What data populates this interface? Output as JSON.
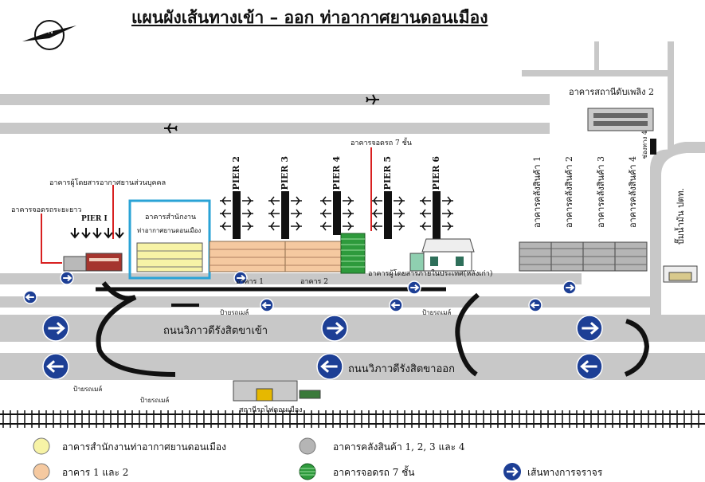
{
  "title": "แผนผังเส้นทางเข้า – ออก ท่าอากาศยานดอนเมือง",
  "compass": {
    "letter": "N"
  },
  "labels": {
    "fire_station": "อาคารสถานีดับเพลิง 2",
    "parking_7": "อาคารจอดรถ 7 ชั้น",
    "private_terminal": "อาคารผู้โดยสารอากาศยานส่วนบุคคล",
    "long_term_parking": "อาคารจอดรถระยะยาว",
    "pier1": "PIER I",
    "office_line1": "อาคารสำนักงาน",
    "office_line2": "ท่าอากาศยานดอนเมือง",
    "building1": "อาคาร 1",
    "building2": "อาคาร 2",
    "domestic_terminal": "อาคารผู้โดยสารภายในประเทศ(หลังเก่า)",
    "mailbox_1": "ป้ายรถเมล์",
    "mailbox_2": "ป้ายรถเมล์",
    "mailbox_3": "ป้ายรถเมล์",
    "mailbox_4": "ป้ายรถเมล์",
    "road_in": "ถนนวิภาวดีรังสิตขาเข้า",
    "road_out": "ถนนวิภาวดีรังสิตขาออก",
    "railway_station": "สถานีรถไฟดอนเมือง",
    "gate4": "ช่องทาง 4",
    "gas_station": "ปั๊มน้ำมัน ปตท."
  },
  "piers": [
    "PIER 2",
    "PIER 3",
    "PIER 4",
    "PIER 5",
    "PIER 6"
  ],
  "warehouses": [
    "อาคารคลังสินค้า 1",
    "อาคารคลังสินค้า 2",
    "อาคารคลังสินค้า 3",
    "อาคารคลังสินค้า 4"
  ],
  "legend": [
    {
      "label": "อาคารสำนักงานท่าอากาศยานดอนเมือง",
      "color": "#f7f3a6",
      "pattern": "solid"
    },
    {
      "label": "อาคารคลังสินค้า 1, 2, 3 และ 4",
      "color": "#b5b5b5",
      "pattern": "solid"
    },
    {
      "label": "อาคาร 1 และ 2",
      "color": "#f5c9a0",
      "pattern": "solid"
    },
    {
      "label": "อาคารจอดรถ 7 ชั้น",
      "color": "#2e9a3c",
      "pattern": "striped"
    },
    {
      "label": "เส้นทางการจราจร",
      "color": "#1d3f95",
      "pattern": "arrow"
    }
  ],
  "colors": {
    "road": "#c8c8c8",
    "route_black": "#111111",
    "arrow_blue": "#1d3f95",
    "highlight_box": "#2aa3d6",
    "office": "#f7f3a6",
    "terminal": "#f5c9a0",
    "warehouse": "#b5b5b5",
    "parking": "#2e9a3c",
    "red_pointer": "#d82020"
  }
}
